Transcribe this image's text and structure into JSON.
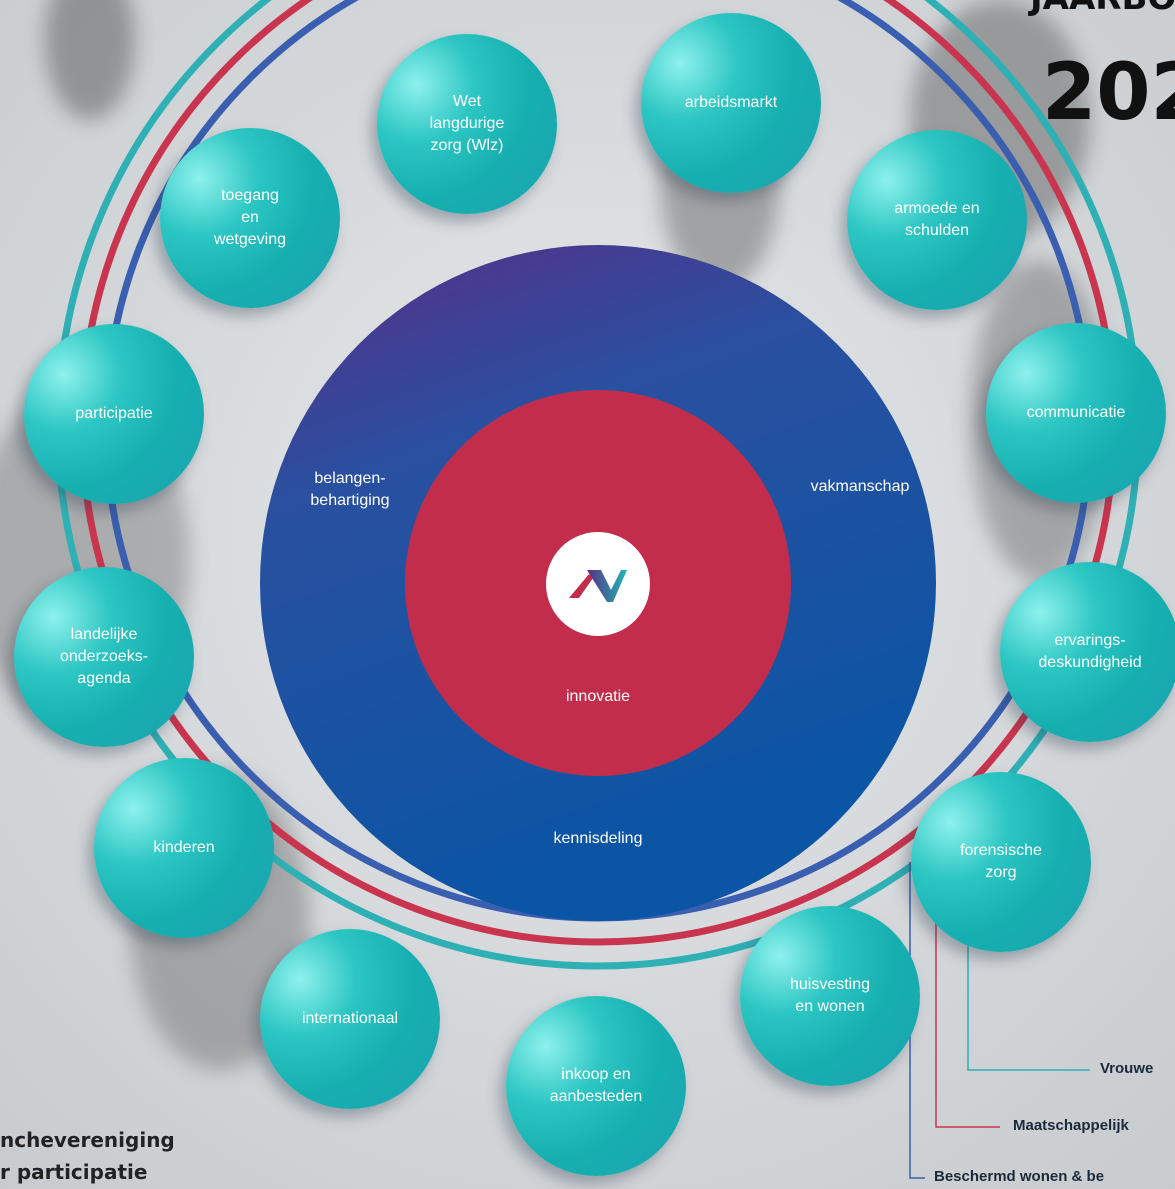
{
  "header": {
    "title_fragment": "JAARBO",
    "year_fragment": "202"
  },
  "center": {
    "outer_labels": {
      "top_left": "belangen-\nbehartiging",
      "top_right": "vakmanschap",
      "bottom": "kennisdeling"
    },
    "inner_label": "innovatie",
    "logo_icon": "lv-logo-icon"
  },
  "topics": [
    {
      "label": "Wet\nlangdurige\nzorg (Wlz)"
    },
    {
      "label": "arbeidsmarkt"
    },
    {
      "label": "armoede en\nschulden"
    },
    {
      "label": "communicatie"
    },
    {
      "label": "ervarings-\ndeskundigheid"
    },
    {
      "label": "forensische\nzorg"
    },
    {
      "label": "huisvesting\nen wonen"
    },
    {
      "label": "inkoop en\naanbesteden"
    },
    {
      "label": "internationaal"
    },
    {
      "label": "kinderen"
    },
    {
      "label": "landelijke\nonderzoeks-\nagenda"
    },
    {
      "label": "participatie"
    },
    {
      "label": "toegang\nen\nwetgeving"
    }
  ],
  "legend": {
    "items": [
      {
        "label": "Vrouwe",
        "color": "#2fb0b5"
      },
      {
        "label": "Maatschappelijk",
        "color": "#c9354e"
      },
      {
        "label": "Beschermd wonen & be",
        "color": "#3a5fb0"
      }
    ]
  },
  "organization": {
    "line1": "ncheverenig­ing",
    "line2": "r participatie"
  },
  "colors": {
    "teal": "#2fb0b5",
    "red": "#c9354e",
    "blue": "#3a5fb0",
    "outer_circle_top": "#5a2d86",
    "outer_circle_bottom": "#0a55a5",
    "inner_circle": "#c22d4b"
  }
}
